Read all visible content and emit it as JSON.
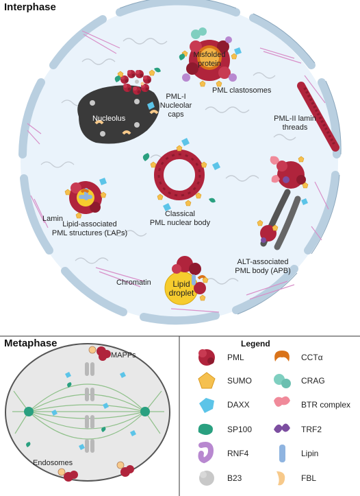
{
  "panels": {
    "interphase_title": "Interphase",
    "metaphase_title": "Metaphase",
    "legend_title": "Legend"
  },
  "interphase": {
    "misfolded_protein": "Misfolded\nprotein",
    "pml_clastosomes": "PML clastosomes",
    "nucleolus": "Nucleolus",
    "pml1_nucleolar_caps": "PML-I\nNucleolar\ncaps",
    "pml2_lamin_threads": "PML-II lamin\nthreads",
    "classical_body": "Classical\nPML nuclear body",
    "lamin": "Lamin",
    "laps": "Lipid-associated\nPML structures (LAPs)",
    "apb": "ALT-associated\nPML body (APB)",
    "chromatin": "Chromatin",
    "lipid_droplet": "Lipid\ndroplet"
  },
  "metaphase": {
    "mapps": "MAPPs",
    "endosomes": "Endosomes"
  },
  "legend": {
    "left": [
      "PML",
      "SUMO",
      "DAXX",
      "SP100",
      "RNF4",
      "B23"
    ],
    "right": [
      "CCTα",
      "CRAG",
      "BTR complex",
      "TRF2",
      "Lipin",
      "FBL"
    ]
  },
  "colors": {
    "pml": "#b0243c",
    "sumo": "#f5c04f",
    "daxx": "#5cc4e8",
    "sp100": "#2aa080",
    "rnf4": "#b888d0",
    "b23": "#c8c8c8",
    "cctalpha": "#d9731a",
    "crag": "#7fcfc0",
    "btr": "#f08a9a",
    "trf2": "#7c4ea0",
    "lipin": "#8fb4e0",
    "fbl": "#f7c98a",
    "nucleus_fill": "#eaf3fb",
    "lamina": "#b9cfe0",
    "nucleolus": "#3a3a3a",
    "lipid_droplet": "#f6cc2e",
    "metaphase_cell": "#e8e8e8",
    "spindle": "#8fc08a"
  }
}
